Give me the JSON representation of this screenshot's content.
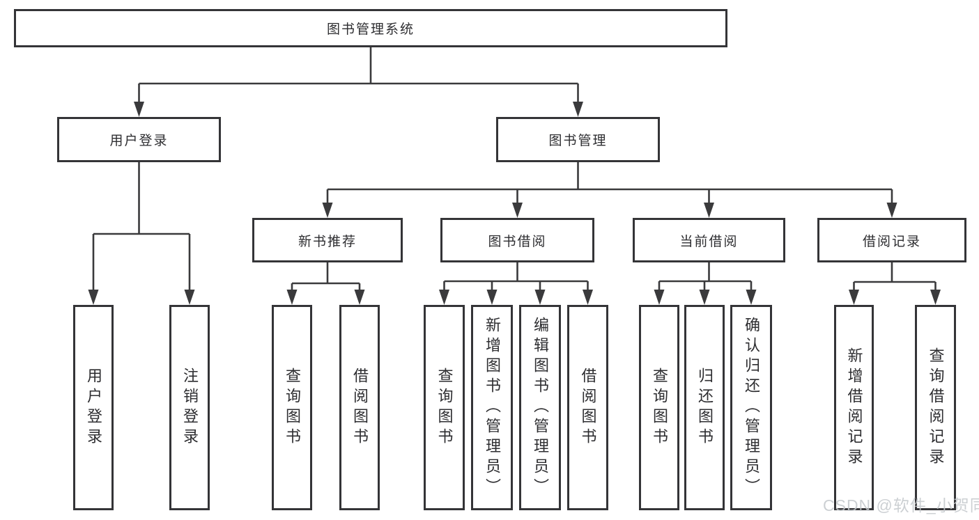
{
  "diagram": {
    "nodes": {
      "root": {
        "label": "图书管理系统"
      },
      "login": {
        "label": "用户登录"
      },
      "mgmt": {
        "label": "图书管理"
      },
      "rec": {
        "label": "新书推荐"
      },
      "borrow": {
        "label": "图书借阅"
      },
      "current": {
        "label": "当前借阅"
      },
      "records": {
        "label": "借阅记录"
      },
      "l_login": {
        "label": "用户登录"
      },
      "l_logout": {
        "label": "注销登录"
      },
      "rec_query": {
        "label": "查询图书"
      },
      "rec_borrow": {
        "label": "借阅图书"
      },
      "b_query": {
        "label": "查询图书"
      },
      "b_add": {
        "label": "新增图书（管理员）"
      },
      "b_edit": {
        "label": "编辑图书（管理员）"
      },
      "b_borrow": {
        "label": "借阅图书"
      },
      "c_query": {
        "label": "查询图书"
      },
      "c_return": {
        "label": "归还图书"
      },
      "c_confirm": {
        "label": "确认归还（管理员）"
      },
      "r_add": {
        "label": "新增借阅记录"
      },
      "r_query": {
        "label": "查询借阅记录"
      }
    },
    "tree": {
      "root": [
        "login",
        "mgmt"
      ],
      "login": [
        "l_login",
        "l_logout"
      ],
      "mgmt": [
        "rec",
        "borrow",
        "current",
        "records"
      ],
      "rec": [
        "rec_query",
        "rec_borrow"
      ],
      "borrow": [
        "b_query",
        "b_add",
        "b_edit",
        "b_borrow"
      ],
      "current": [
        "c_query",
        "c_return",
        "c_confirm"
      ],
      "records": [
        "r_add",
        "r_query"
      ]
    }
  },
  "watermark": {
    "text": "CSDN @软件_小贺同学"
  },
  "colors": {
    "line": "#3a3a3c",
    "box_border": "#343437",
    "text": "#2d2d30",
    "watermark": "#c4c8cc",
    "background": "#ffffff"
  }
}
